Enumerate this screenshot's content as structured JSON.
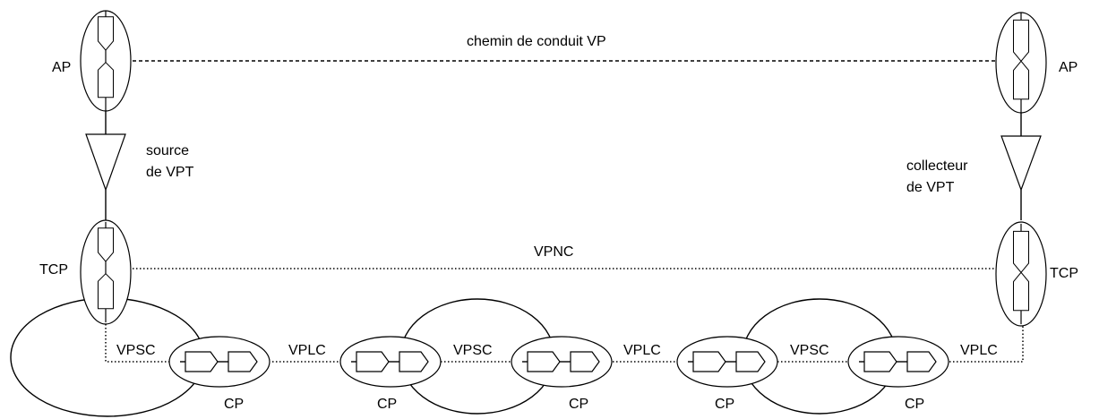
{
  "labels": {
    "ap_left": "AP",
    "ap_right": "AP",
    "vp_path": "chemin de conduit VP",
    "source_line1": "source",
    "source_line2": "de VPT",
    "sink_line1": "collecteur",
    "sink_line2": "de VPT",
    "tcp_left": "TCP",
    "tcp_right": "TCP",
    "vpnc": "VPNC",
    "link_labels": [
      "VPSC",
      "VPLC",
      "VPSC",
      "VPLC",
      "VPSC",
      "VPLC"
    ],
    "cp_labels": [
      "CP",
      "CP",
      "CP",
      "CP",
      "CP"
    ]
  }
}
